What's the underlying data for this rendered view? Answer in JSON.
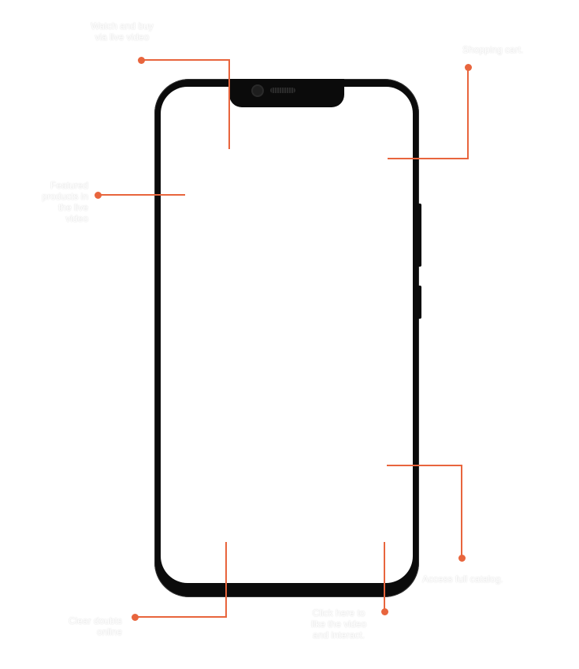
{
  "annotations": {
    "watch_buy": {
      "lines": [
        "Watch and buy",
        "via live video"
      ]
    },
    "shopping_cart": {
      "lines": [
        "Shopping cart."
      ]
    },
    "featured_products": {
      "lines": [
        "Featured",
        "products in",
        "the live",
        "video"
      ]
    },
    "full_catalog": {
      "lines": [
        "Access full catalog."
      ]
    },
    "clear_doubts": {
      "lines": [
        "Clear doubts",
        "online"
      ]
    },
    "like_video": {
      "lines": [
        "Click here to",
        "like the video",
        "and interact."
      ]
    }
  },
  "colors": {
    "accent": "#e8653d",
    "phone_body": "#0b0b0b",
    "label_text": "#ffffff"
  }
}
